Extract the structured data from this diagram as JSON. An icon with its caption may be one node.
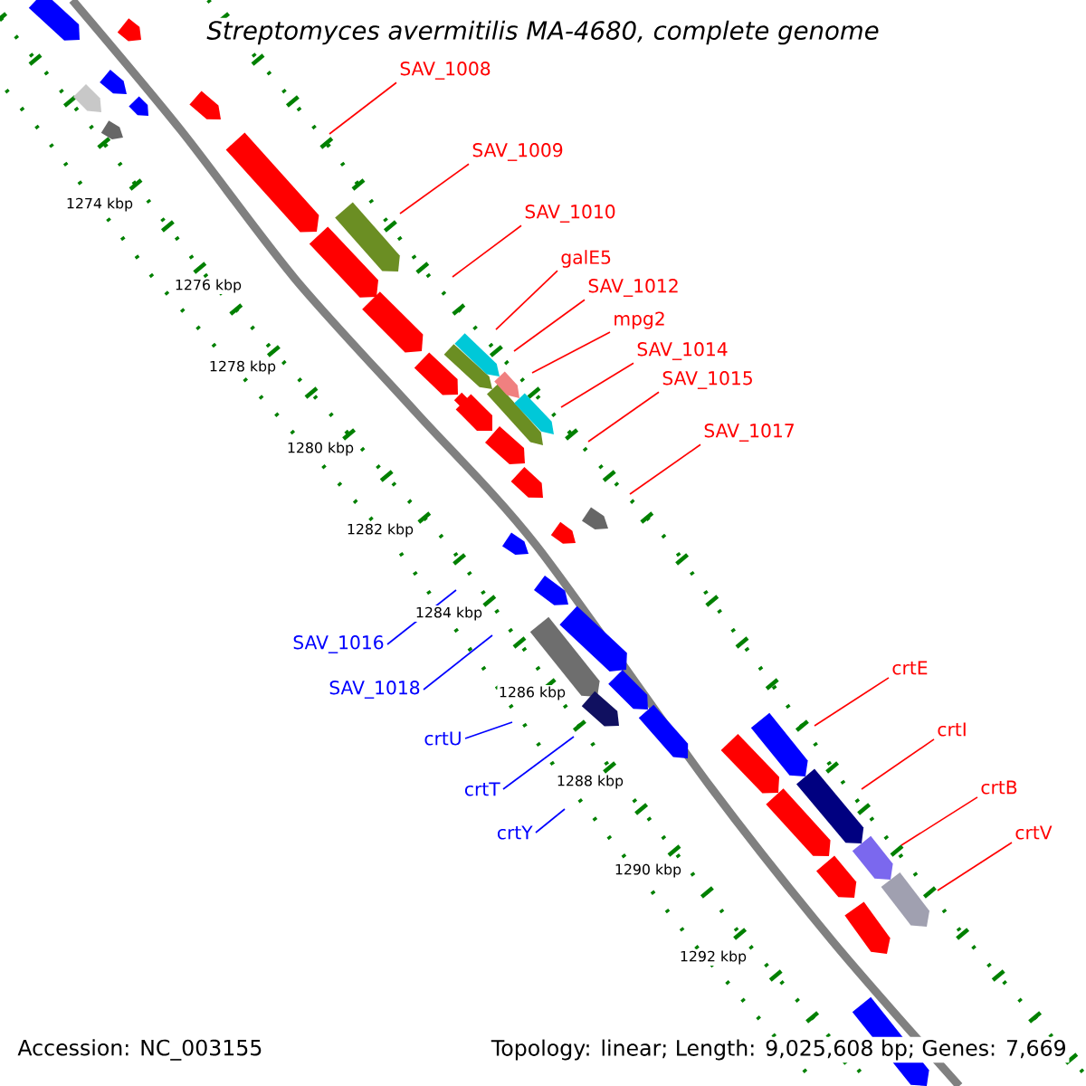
{
  "diagram": {
    "title": "*Streptomyces avermitilis* MA-4680, complete genome",
    "nodes": [
      {
        "text": [
          "SAV_1008"
        ]
      },
      {
        "text": [
          "SAV_1009"
        ]
      },
      {
        "text": [
          "SAV_1010"
        ]
      },
      {
        "text": [
          "galE5"
        ]
      },
      {
        "text": [
          "SAV_1012"
        ]
      },
      {
        "text": [
          "mpg2"
        ]
      },
      {
        "text": [
          "SAV_1014"
        ]
      },
      {
        "text": [
          "SAV_1015"
        ]
      },
      {
        "text": [
          "SAV_1017"
        ]
      },
      {
        "text": [
          "SAV_1016"
        ]
      },
      {
        "text": [
          "SAV_1018"
        ]
      },
      {
        "text": [
          "crtU"
        ]
      },
      {
        "text": [
          "crtT"
        ]
      },
      {
        "text": [
          "crtY"
        ]
      },
      {
        "text": [
          "crtE"
        ]
      },
      {
        "text": [
          "crtI"
        ]
      },
      {
        "text": [
          "crtB"
        ]
      },
      {
        "text": [
          "crtV"
        ]
      }
    ],
    "edges": [
      {
        "from": 0,
        "to": null,
        "arrow": "none"
      },
      {
        "from": 1,
        "to": null,
        "arrow": "none"
      },
      {
        "from": 2,
        "to": null,
        "arrow": "none"
      },
      {
        "from": 3,
        "to": null,
        "arrow": "none"
      },
      {
        "from": 4,
        "to": null,
        "arrow": "none"
      },
      {
        "from": 5,
        "to": null,
        "arrow": "none"
      },
      {
        "from": 6,
        "to": null,
        "arrow": "none"
      },
      {
        "from": 7,
        "to": null,
        "arrow": "none"
      },
      {
        "from": 8,
        "to": null,
        "arrow": "none"
      },
      {
        "from": 9,
        "to": null,
        "arrow": "none",
        "color": "#0000ff"
      },
      {
        "from": 10,
        "to": null,
        "arrow": "none",
        "color": "#0000ff"
      },
      {
        "from": 11,
        "to": null,
        "arrow": "none",
        "color": "#0000ff"
      },
      {
        "from": 12,
        "to": null,
        "arrow": "none",
        "color": "#0000ff"
      },
      {
        "from": 13,
        "to": null,
        "arrow": "none",
        "color": "#0000ff"
      },
      {
        "from": 14,
        "to": null,
        "arrow": "none"
      },
      {
        "from": 15,
        "to": null,
        "arrow": "none"
      },
      {
        "from": 16,
        "to": null,
        "arrow": "none"
      },
      {
        "from": 17,
        "to": null,
        "arrow": "none"
      }
    ],
    "labels": [
      "1274 kbp",
      "1276 kbp",
      "1278 kbp",
      "1280 kbp",
      "1282 kbp",
      "1284 kbp",
      "1286 kbp",
      "1288 kbp",
      "1290 kbp",
      "1292 kbp",
      "Accession: NC_003155",
      "Topology: linear; Length: 9,025,608 bp; Genes: 7,669"
    ]
  }
}
